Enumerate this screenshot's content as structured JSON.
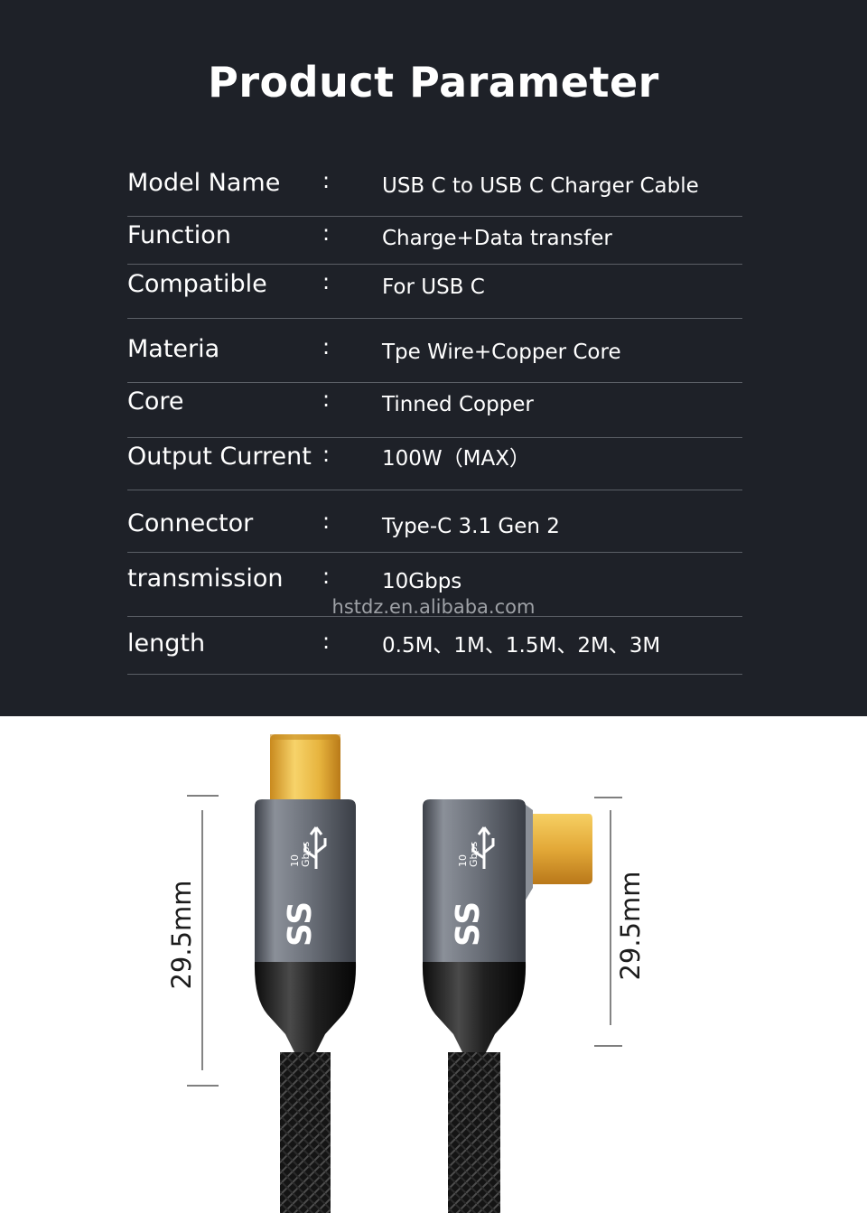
{
  "title": "Product Parameter",
  "rows": [
    {
      "label": "Model Name",
      "value": "USB C to USB C Charger Cable"
    },
    {
      "label": "Function",
      "value": "Charge+Data transfer"
    },
    {
      "label": "Compatible",
      "value": "For USB C"
    },
    {
      "label": "Materia",
      "value": "Tpe Wire+Copper Core"
    },
    {
      "label": "Core",
      "value": "Tinned Copper"
    },
    {
      "label": "Output Current",
      "value": "100W（MAX）"
    },
    {
      "label": "Connector",
      "value": "Type-C 3.1 Gen 2"
    },
    {
      "label": "transmission",
      "value": "10Gbps"
    },
    {
      "label": "length",
      "value": "0.5M、1M、1.5M、2M、3M"
    }
  ],
  "colon": ":",
  "watermark": "hstdz.en.alibaba.com",
  "dimensions": {
    "left": "29.5mm",
    "right": "29.5mm"
  },
  "badge": {
    "speed_number": "10",
    "speed_unit": "Gbps",
    "logo": "SS"
  },
  "colors": {
    "header_bg": "#1e2128",
    "plug_gold": "#e0a93a",
    "housing_gray": "#6b7079",
    "cable_black": "#1a1a1a"
  }
}
